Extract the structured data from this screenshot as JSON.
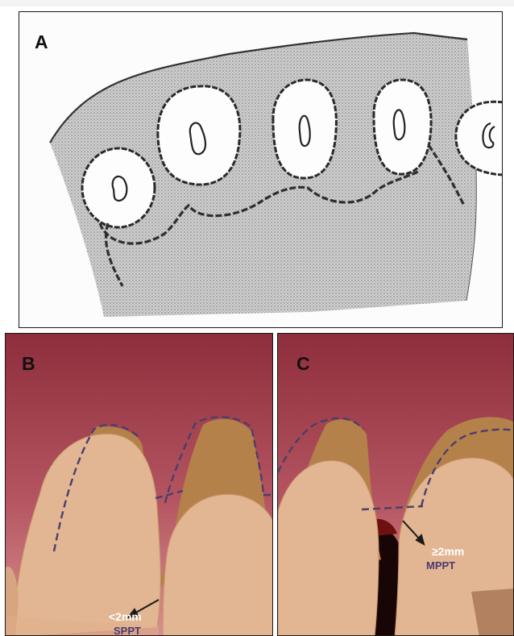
{
  "panels": {
    "a": {
      "label": "A"
    },
    "b": {
      "label": "B",
      "measurement": "<2mm",
      "abbreviation": "SPPT"
    },
    "c": {
      "label": "C",
      "measurement": "≥2mm",
      "abbreviation": "MPPT"
    }
  },
  "colors": {
    "gingiva_top": "#9a3a46",
    "gingiva_bottom": "#d98e8e",
    "tooth": "#e2b593",
    "tooth_edge": "#c9946d",
    "papilla_bone": "#b5814a",
    "shadow": "#1a0808",
    "dashed_line": "#4a3f6b",
    "stipple_gray": "#bdbdbd"
  }
}
